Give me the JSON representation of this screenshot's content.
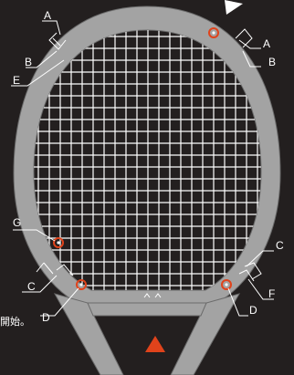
{
  "colors": {
    "background": "#231f1f",
    "frame": "#a3a3a3",
    "frame_edge": "#6b6b6b",
    "strings": "#ffffff",
    "marker_ring": "#e0431b",
    "marker_center": "#ffffff",
    "start_arrow": "#e0431b",
    "pointer": "#ffffff"
  },
  "labels": {
    "left_top_a": "A",
    "left_top_b": "B",
    "left_top_e": "E",
    "right_top_a": "A",
    "right_top_b": "B",
    "left_mid_g": "G",
    "left_low_c": "C",
    "left_low_d": "D",
    "right_low_c": "C",
    "right_low_f": "F",
    "right_low_d": "D",
    "caption": "開始。"
  },
  "icons": {
    "start": "red-triangle-icon",
    "pointer": "white-triangle-pointer-icon",
    "direction": "up-arrows-icon",
    "hole": "grommet-hole-icon"
  }
}
